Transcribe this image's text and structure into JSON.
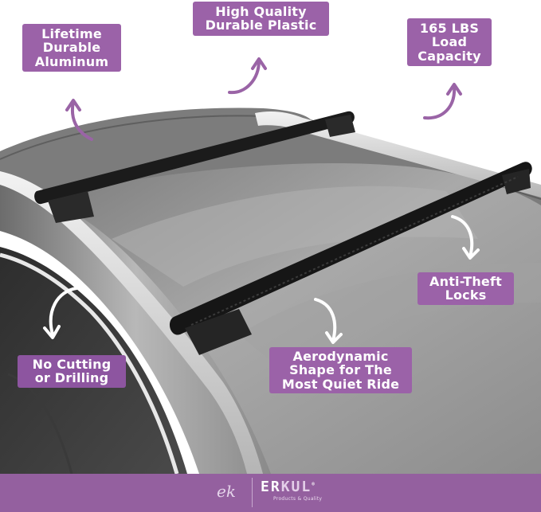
{
  "product": {
    "subject": "roof-rack-cross-bars-on-car",
    "colors": {
      "label_bg": "#9b62a8",
      "label_text": "#ffffff",
      "footer_bg": "#94609f",
      "arrow_purple": "#9a64a6",
      "arrow_white": "#ffffff",
      "crossbar": "#1b1b1b",
      "rail": "#d9d9d9",
      "roof": "#8f8f8f"
    }
  },
  "features": [
    {
      "id": "aluminum",
      "lines": [
        "Lifetime",
        "Durable",
        "Aluminum"
      ],
      "arrow": "purple-curved-up"
    },
    {
      "id": "plastic",
      "lines": [
        "High Quality",
        "Durable Plastic"
      ],
      "arrow": "purple-curved-up"
    },
    {
      "id": "capacity",
      "lines": [
        "165 LBS",
        "Load",
        "Capacity"
      ],
      "arrow": "purple-curved-up"
    },
    {
      "id": "locks",
      "lines": [
        "Anti-Theft",
        "Locks"
      ],
      "arrow": "white-curved-down"
    },
    {
      "id": "aero",
      "lines": [
        "Aerodynamic",
        "Shape for The",
        "Most Quiet Ride"
      ],
      "arrow": "white-curved-down"
    },
    {
      "id": "install",
      "lines": [
        "No Cutting",
        "or Drilling"
      ],
      "arrow": "white-curved-down"
    }
  ],
  "footer": {
    "monogram": "ek",
    "brand_part1": "ER",
    "brand_part2": "KUL",
    "trademark": "®",
    "tagline": "Products & Quality"
  }
}
